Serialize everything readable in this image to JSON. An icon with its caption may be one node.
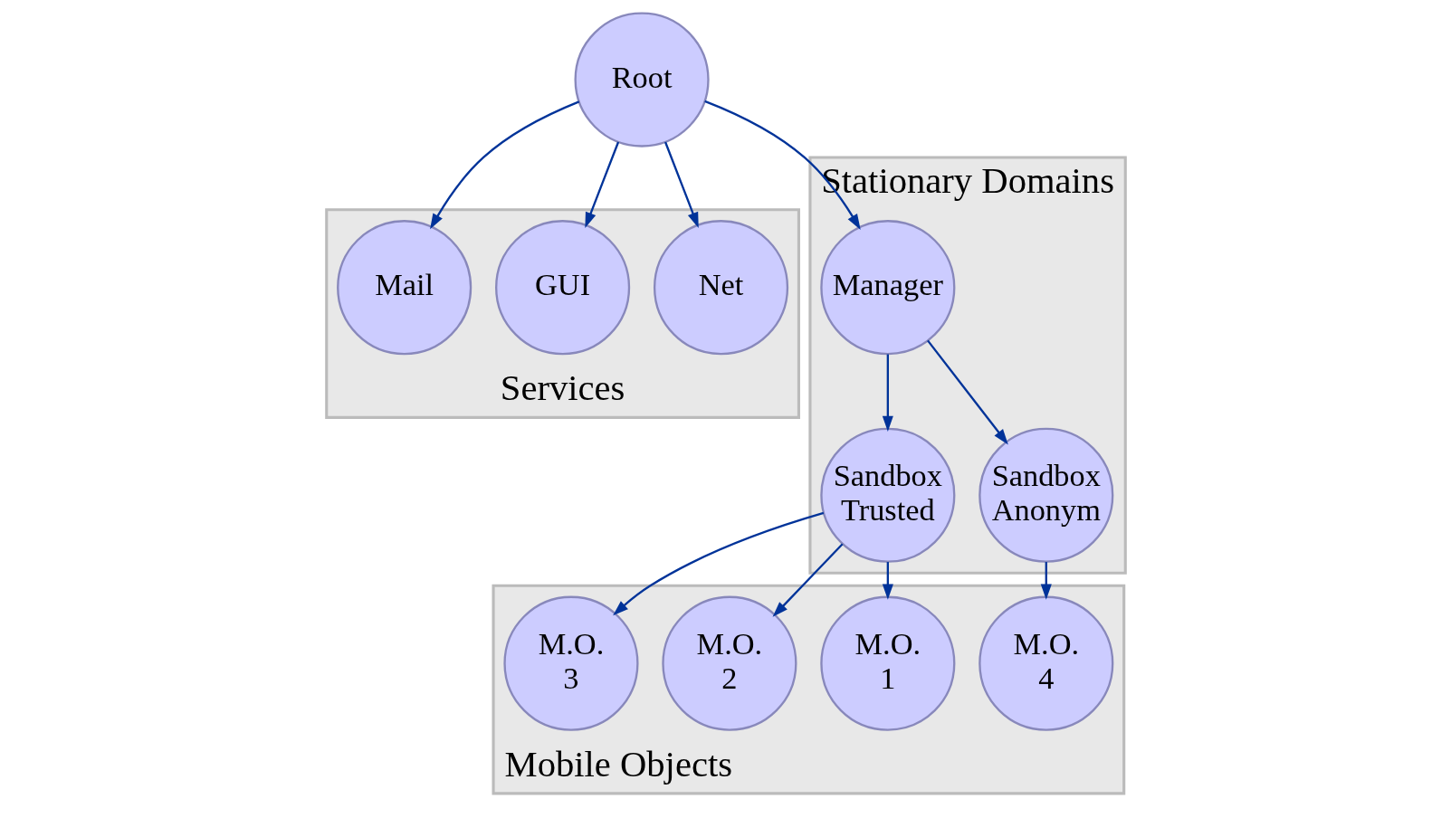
{
  "diagram": {
    "nodes": [
      {
        "text": [
          "Root"
        ]
      },
      {
        "text": [
          "Services"
        ]
      },
      {
        "text": [
          "Net"
        ],
        "in": 1
      },
      {
        "text": [
          "GUI"
        ],
        "in": 1
      },
      {
        "text": [
          "Mail"
        ],
        "in": 1
      },
      {
        "text": [
          "Stationary Domains"
        ]
      },
      {
        "text": [
          "Manager"
        ],
        "in": 5
      },
      {
        "text": [
          "Sandbox Trusted"
        ],
        "in": 5
      },
      {
        "text": [
          "Sandbox Anonym"
        ],
        "in": 5
      },
      {
        "text": [
          "Mobile Objects"
        ]
      },
      {
        "text": [
          "M.O. 1"
        ],
        "in": 9
      },
      {
        "text": [
          "M.O. 2"
        ],
        "in": 9
      },
      {
        "text": [
          "M.O. 3"
        ],
        "in": 9
      },
      {
        "text": [
          "M.O. 4"
        ],
        "in": 9
      }
    ],
    "edges": [
      {
        "from": 0,
        "to": 2,
        "arrow": "to"
      },
      {
        "from": 0,
        "to": 3,
        "arrow": "to"
      },
      {
        "from": 0,
        "to": 4,
        "arrow": "to"
      },
      {
        "from": 0,
        "to": 6,
        "arrow": "to"
      },
      {
        "from": 6,
        "to": 7,
        "arrow": "to"
      },
      {
        "from": 6,
        "to": 8,
        "arrow": "to"
      },
      {
        "from": 7,
        "to": 10,
        "arrow": "to"
      },
      {
        "from": 7,
        "to": 11,
        "arrow": "to"
      },
      {
        "from": 7,
        "to": 12,
        "arrow": "to"
      },
      {
        "from": 8,
        "to": 13,
        "arrow": "to"
      }
    ]
  }
}
